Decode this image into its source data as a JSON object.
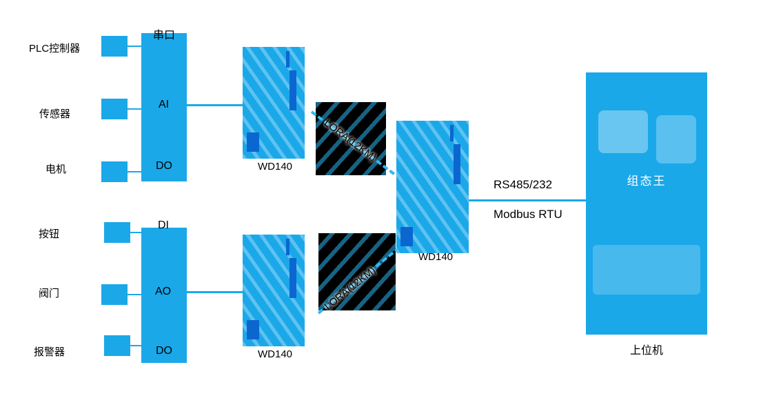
{
  "diagram": {
    "inputs": [
      {
        "label": "PLC控制器"
      },
      {
        "label": "传感器"
      },
      {
        "label": "电机"
      },
      {
        "label": "按钮"
      },
      {
        "label": "阀门"
      },
      {
        "label": "报警器"
      }
    ],
    "io_box_top": {
      "port": "串口",
      "ch1": "AI",
      "ch2": "DO"
    },
    "io_box_bottom": {
      "port": "DI",
      "ch1": "AO",
      "ch2": "DO"
    },
    "devices": {
      "d1": "WD140",
      "d2": "WD140",
      "d3": "WD140"
    },
    "lora": {
      "link1": "LORA(12KM)",
      "link2": "LORA(12KM)"
    },
    "bus": {
      "line1": "RS485/232",
      "line2": "Modbus RTU"
    },
    "host": {
      "screen": "组态王",
      "caption": "上位机"
    }
  },
  "colors": {
    "accent": "#1aa8e9",
    "device_dark": "#0c66d0"
  }
}
